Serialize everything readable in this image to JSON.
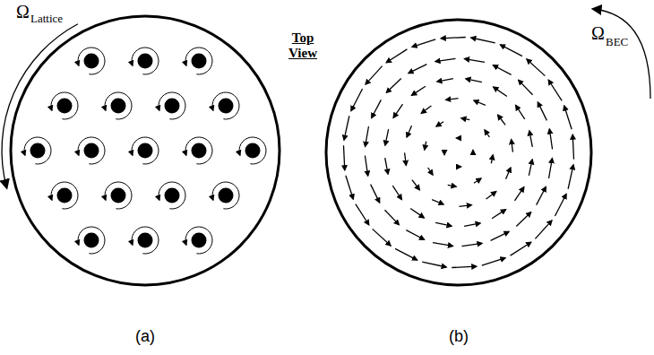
{
  "diagram": {
    "labels": [
      "Ω",
      "Lattice",
      "Top View",
      "Ω",
      "BEC",
      "(a)",
      "(b)"
    ]
  }
}
